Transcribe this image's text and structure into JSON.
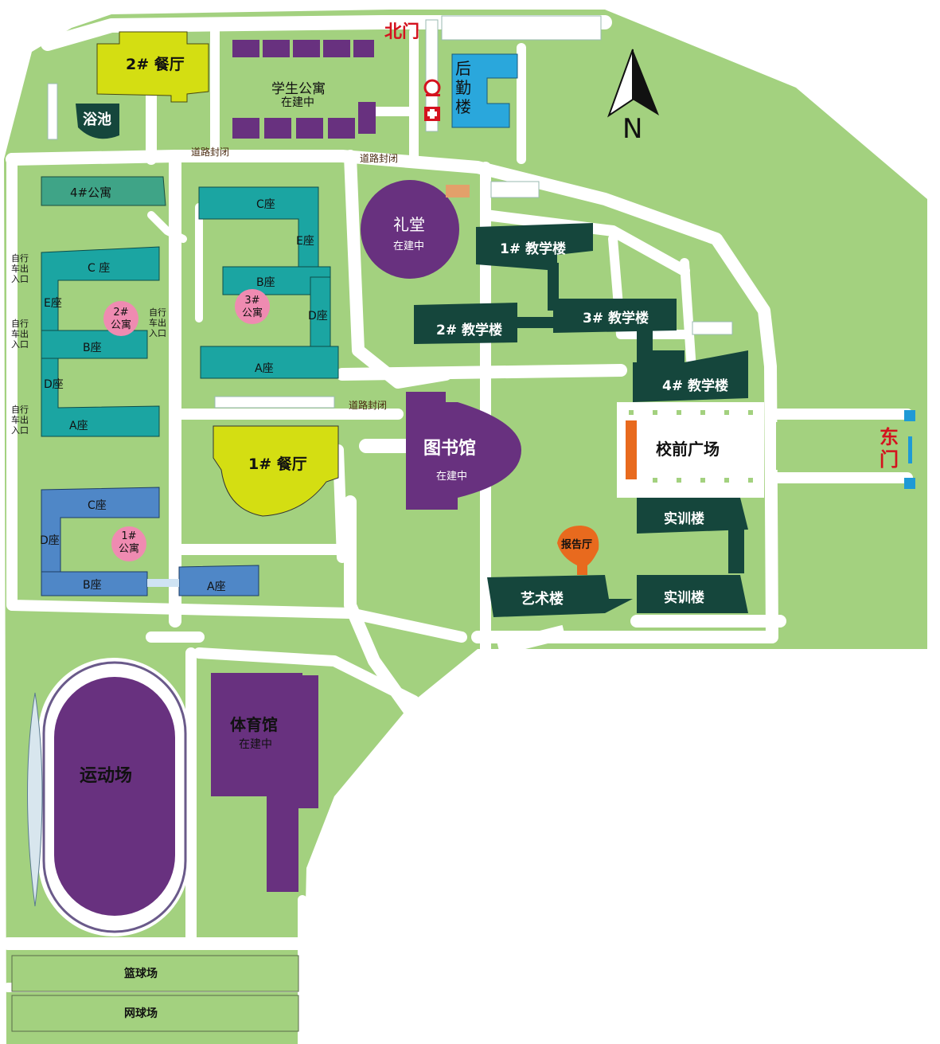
{
  "gates": {
    "north": "北门",
    "east": "东门"
  },
  "compass": {
    "label": "N"
  },
  "notices": [
    "道路封闭",
    "道路封闭",
    "道路封闭"
  ],
  "buildings": {
    "dining2": "2# 餐厅",
    "bath": "浴池",
    "student_apt": "学生公寓",
    "under_construction": "在建中",
    "logistics": "后勤楼",
    "apt4": "4#公寓",
    "apt3_c": "C座",
    "apt3_e": "E座",
    "apt3_b": "B座",
    "apt3_d": "D座",
    "apt3_a": "A座",
    "apt3": "3#公寓",
    "apt2_c": "C 座",
    "apt2_e": "E座",
    "apt2_b": "B座",
    "apt2_d": "D座",
    "apt2_a": "A座",
    "apt2": "2#公寓",
    "apt1_c": "C座",
    "apt1_d": "D座",
    "apt1_b": "B座",
    "apt1_a": "A座",
    "apt1": "1#公寓",
    "auditorium": "礼堂",
    "teach1": "1# 教学楼",
    "teach2": "2# 教学楼",
    "teach3": "3# 教学楼",
    "teach4": "4# 教学楼",
    "library": "图书馆",
    "dining1": "1# 餐厅",
    "plaza": "校前广场",
    "training1": "实训楼",
    "training2": "实训楼",
    "report_hall": "报告厅",
    "art": "艺术楼",
    "stadium": "运动场",
    "gym": "体育馆",
    "basketball": "篮球场",
    "tennis": "网球场"
  },
  "bike_entrances": [
    "自行车出入口",
    "自行车出入口",
    "自行车出入口",
    "自行车出入口"
  ],
  "colors": {
    "grass": "#a3d17f",
    "road": "#ffffff",
    "teal_building": "#1ba5a2",
    "dark_green_building": "#15463c",
    "purple_building": "#68317f",
    "yellow_building": "#d4de12",
    "blue_building": "#4f87c7",
    "gate_text": "#d4121e"
  }
}
